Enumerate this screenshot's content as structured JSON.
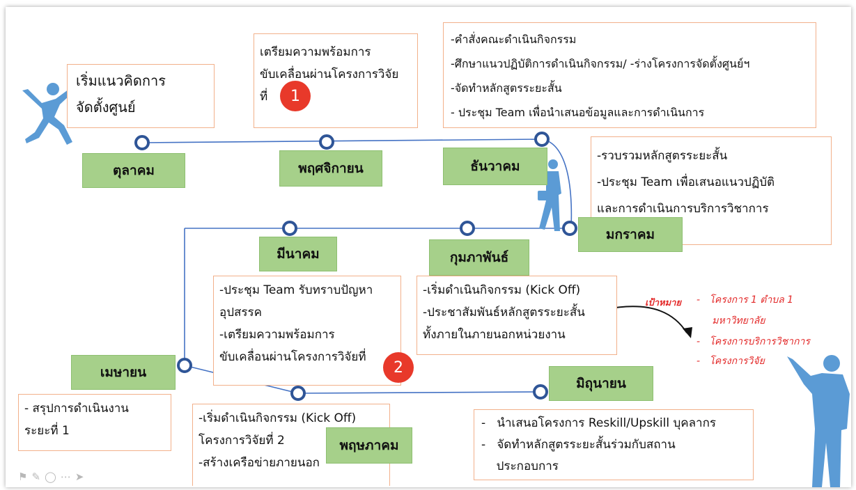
{
  "months": {
    "oct": "ตุลาคม",
    "nov": "พฤศจิกายน",
    "dec": "ธันวาคม",
    "jan": "มกราคม",
    "feb": "กุมภาพันธ์",
    "mar": "มีนาคม",
    "apr": "เมษายน",
    "may": "พฤษภาคม",
    "jun": "มิถุนายน"
  },
  "boxes": {
    "start": [
      "เริ่มแนวคิดการ",
      "จัดตั้งศูนย์"
    ],
    "prepare1": [
      "เตรียมความพร้อมการ",
      "ขับเคลื่อนผ่านโครงการวิจัย",
      "ที่"
    ],
    "dec_tasks": [
      "-คำสั่งคณะดำเนินกิจกรรม",
      "-ศึกษาแนวปฏิบัติการดำเนินกิจกรรม/ -ร่างโครงการจัดตั้งศูนย์ฯ",
      "-จัดทำหลักสูตรระยะสั้น",
      "- ประชุม Team เพื่อนำเสนอข้อมูลและการดำเนินการ"
    ],
    "jan_tasks": [
      "-รวบรวมหลักสูตรระยะสั้น",
      "-ประชุม Team เพื่อเสนอแนวปฏิบัติ",
      "และการดำเนินการบริการวิชาการ"
    ],
    "mar_tasks": [
      "-ประชุม Team รับทราบปัญหา",
      "อุปสรรค",
      "-เตรียมความพร้อมการ",
      "ขับเคลื่อนผ่านโครงการวิจัยที่"
    ],
    "feb_tasks": [
      "-เริ่มดำเนินกิจกรรม (Kick Off)",
      "-ประชาสัมพันธ์หลักสูตรระยะสั้น",
      "ทั้งภายในภายนอกหน่วยงาน"
    ],
    "apr_tasks": [
      "- สรุปการดำเนินงาน",
      "ระยะที่ 1"
    ],
    "may_tasks": [
      "-เริ่มดำเนินกิจกรรม (Kick Off)",
      "โครงการวิจัยที่ 2",
      "-สร้างเครือข่ายภายนอก"
    ],
    "jun_tasks": [
      "-   นำเสนอโครงการ Reskill/Upskill บุคลากร",
      "-   จัดทำหลักสูตรระยะสั้นร่วมกับสถาน",
      "    ประกอบการ"
    ]
  },
  "badges": {
    "one": "1",
    "two": "2"
  },
  "goal": {
    "label": "เป้าหมาย",
    "items": [
      "-   โครงการ 1 ตำบล 1",
      "     มหาวิทยาลัย",
      "-   โครงการบริการวิชาการ",
      "-   โครงการวิจัย"
    ]
  },
  "colors": {
    "line": "#4472c4",
    "node": "#2f5597",
    "month_fill": "#a6d08a",
    "box_border": "#f2b08a",
    "badge": "#e8392a",
    "goal": "#e32b2b",
    "figure": "#5b9bd5"
  },
  "icons": [
    "running-person-icon",
    "walking-businessman-icon",
    "presenter-icon",
    "curved-arrow-icon"
  ],
  "toolbar": [
    "flag-icon",
    "pen-icon",
    "chat-icon",
    "more-icon",
    "next-arrow-icon"
  ]
}
